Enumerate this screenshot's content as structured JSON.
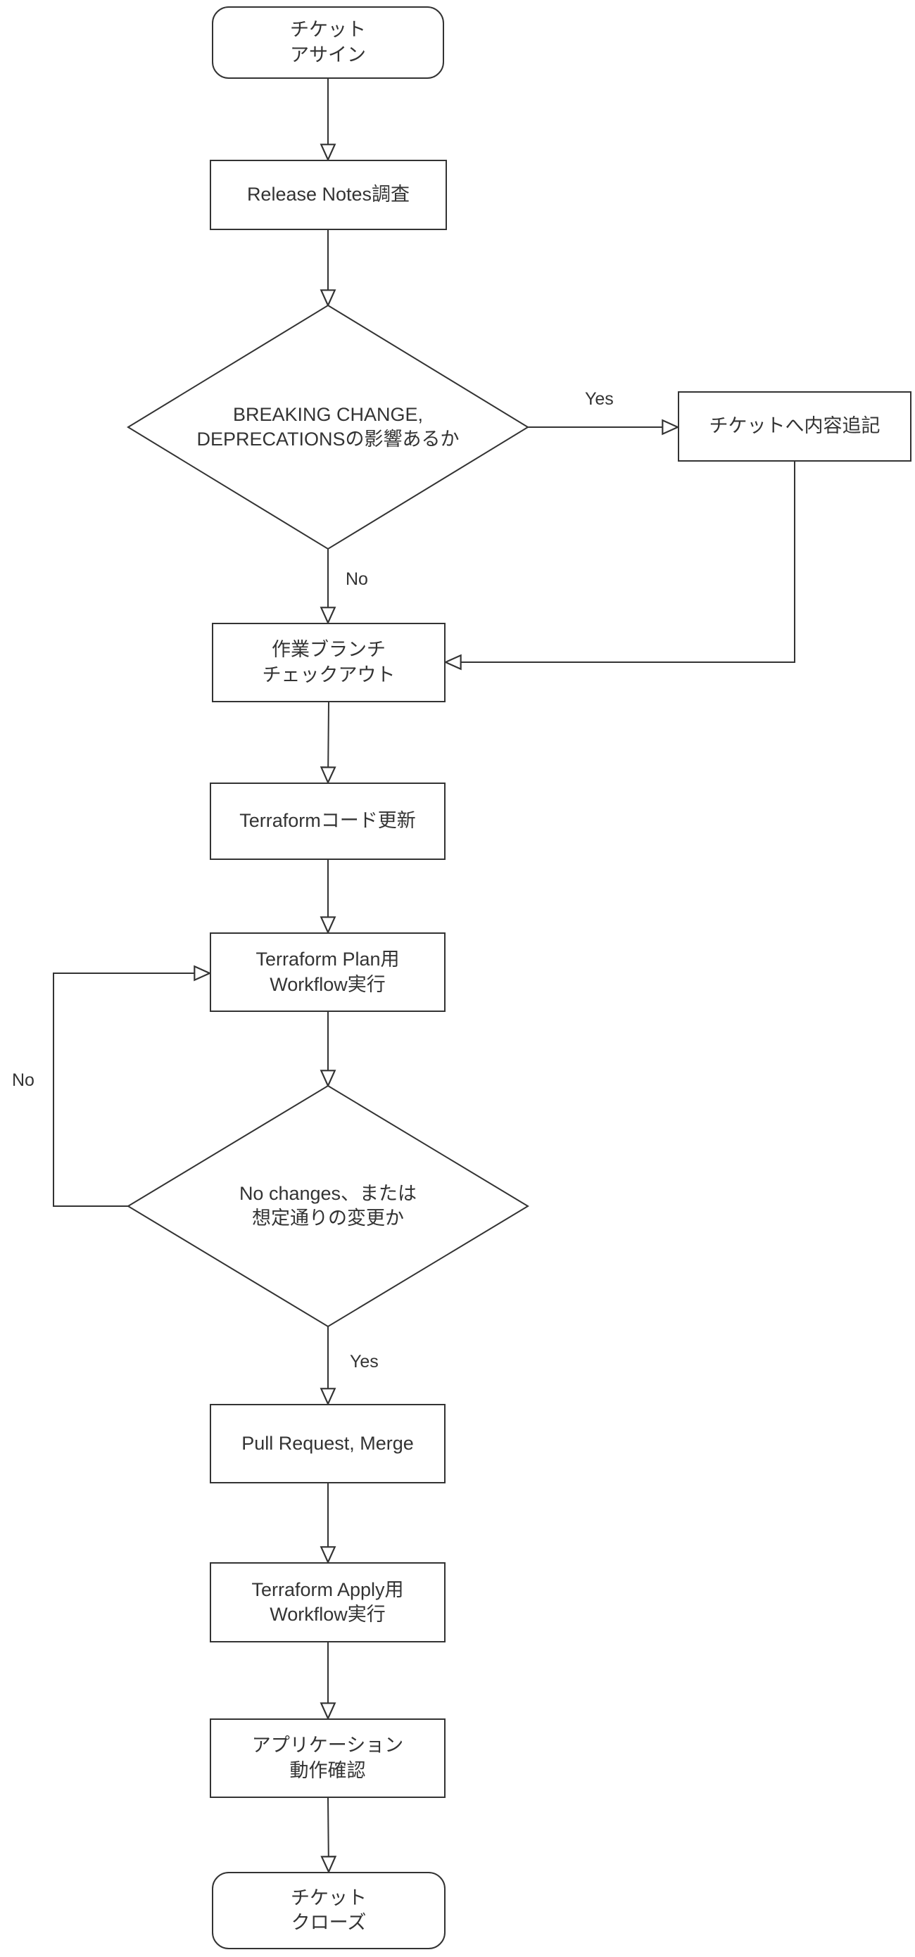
{
  "diagram": {
    "nodes": {
      "ticket_assign": "チケット\nアサイン",
      "release_notes": "Release Notes調査",
      "breaking_change_check": "BREAKING CHANGE,\nDEPRECATIONSの影響あるか",
      "ticket_append": "チケットへ内容追記",
      "branch_checkout": "作業ブランチ\nチェックアウト",
      "terraform_code_update": "Terraformコード更新",
      "terraform_plan_workflow": "Terraform Plan用\nWorkflow実行",
      "no_changes_check": "No changes、または\n想定通りの変更か",
      "pull_request_merge": "Pull Request, Merge",
      "terraform_apply_workflow": "Terraform Apply用\nWorkflow実行",
      "application_check": "アプリケーション\n動作確認",
      "ticket_close": "チケット\nクローズ"
    },
    "edge_labels": {
      "breaking_change_yes": "Yes",
      "breaking_change_no": "No",
      "no_changes_no": "No",
      "no_changes_yes": "Yes"
    },
    "colors": {
      "stroke": "#333333",
      "fill": "#ffffff",
      "text": "#333333"
    }
  }
}
